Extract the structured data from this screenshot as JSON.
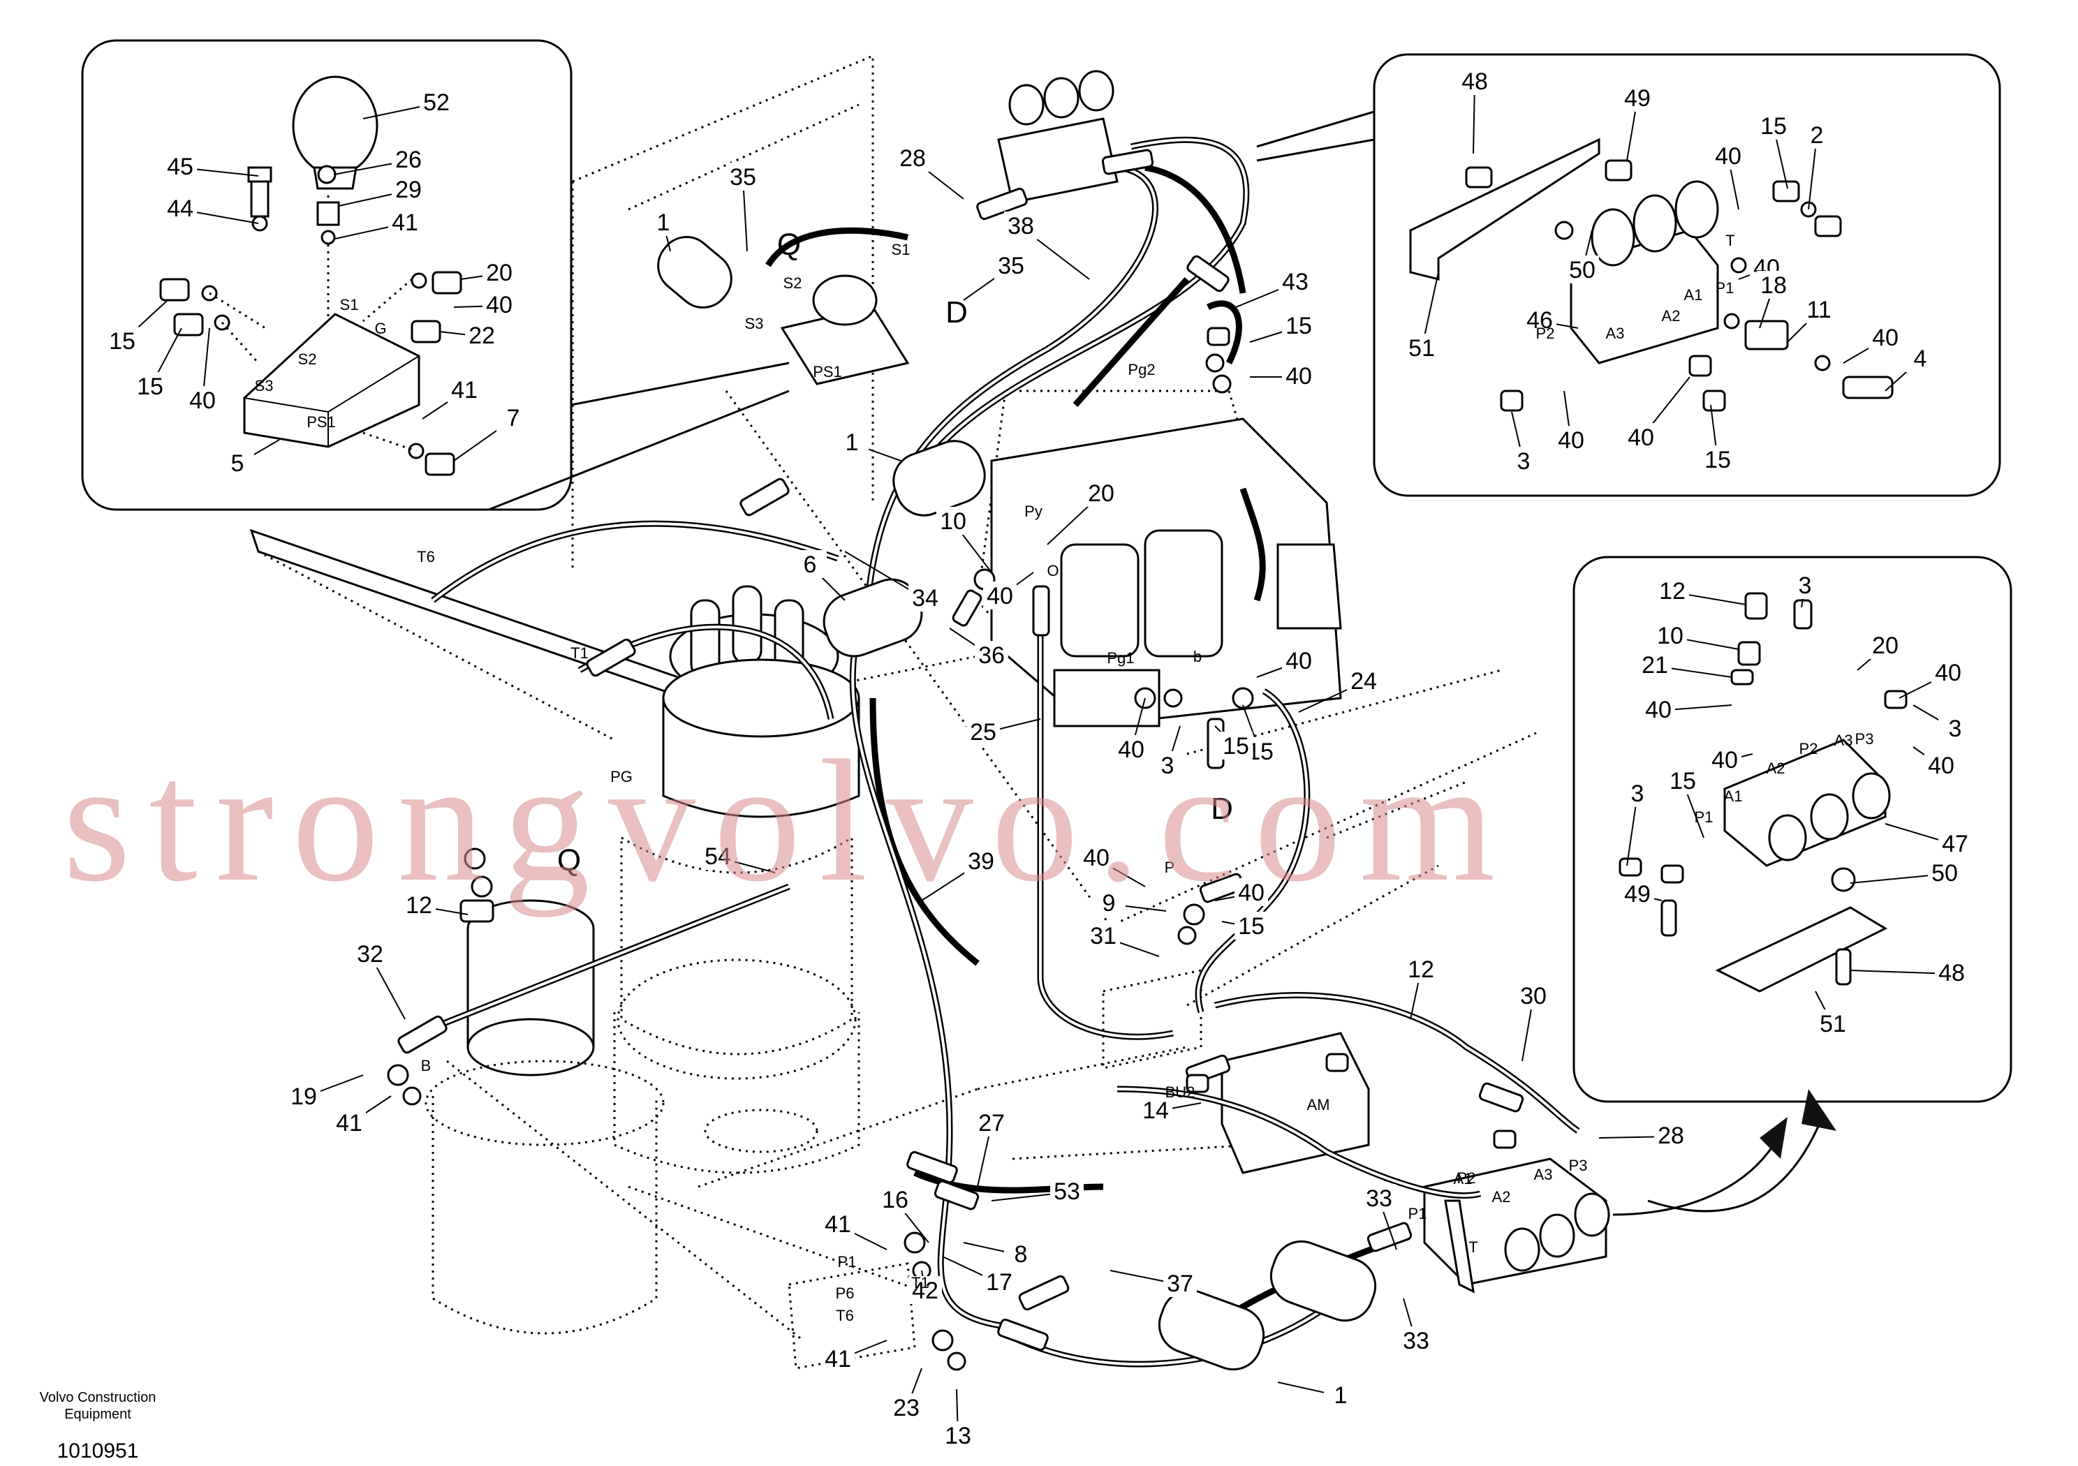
{
  "watermark": "strongvolvo.com",
  "footer": {
    "company_line1": "Volvo Construction",
    "company_line2": "Equipment",
    "drawing_number": "1010951"
  },
  "callouts": {
    "tl": [
      "52",
      "45",
      "26",
      "44",
      "29",
      "41",
      "20",
      "40",
      "15",
      "22",
      "15",
      "40",
      "41",
      "7",
      "5"
    ],
    "tr": [
      "48",
      "49",
      "15",
      "2",
      "40",
      "50",
      "51",
      "46",
      "40",
      "18",
      "11",
      "40",
      "4",
      "3",
      "40",
      "40",
      "15"
    ],
    "br": [
      "12",
      "3",
      "10",
      "20",
      "21",
      "40",
      "40",
      "3",
      "40",
      "40",
      "15",
      "3",
      "47",
      "50",
      "49",
      "48",
      "51"
    ],
    "main": [
      "28",
      "35",
      "1",
      "38",
      "43",
      "15",
      "40",
      "35",
      "1",
      "10",
      "20",
      "34",
      "6",
      "40",
      "36",
      "25",
      "40",
      "24",
      "3",
      "15",
      "40",
      "15",
      "12",
      "54",
      "39",
      "40",
      "9",
      "40",
      "15",
      "31",
      "12",
      "30",
      "32",
      "19",
      "41",
      "14",
      "28",
      "27",
      "53",
      "16",
      "41",
      "8",
      "17",
      "42",
      "37",
      "33",
      "33",
      "41",
      "23",
      "13",
      "1"
    ]
  },
  "port_labels": {
    "tl": [
      "S1",
      "G",
      "S2",
      "S3",
      "PS1"
    ],
    "tr": [
      "T",
      "P1",
      "A1",
      "A2",
      "A3",
      "P2"
    ],
    "br": [
      "P3",
      "A3",
      "P2",
      "A2",
      "A1",
      "P1"
    ],
    "main": [
      "S1",
      "S2",
      "S3",
      "PS1",
      "Py",
      "O",
      "Pg2",
      "Pg1",
      "b",
      "PG",
      "P",
      "T6",
      "T1",
      "B",
      "BU2",
      "AM",
      "A1",
      "A2",
      "P2",
      "A3",
      "P3",
      "P1",
      "T",
      "P1",
      "T1",
      "P6",
      "T6"
    ]
  },
  "flow_letters": [
    "Q",
    "D",
    "D",
    "Q"
  ]
}
